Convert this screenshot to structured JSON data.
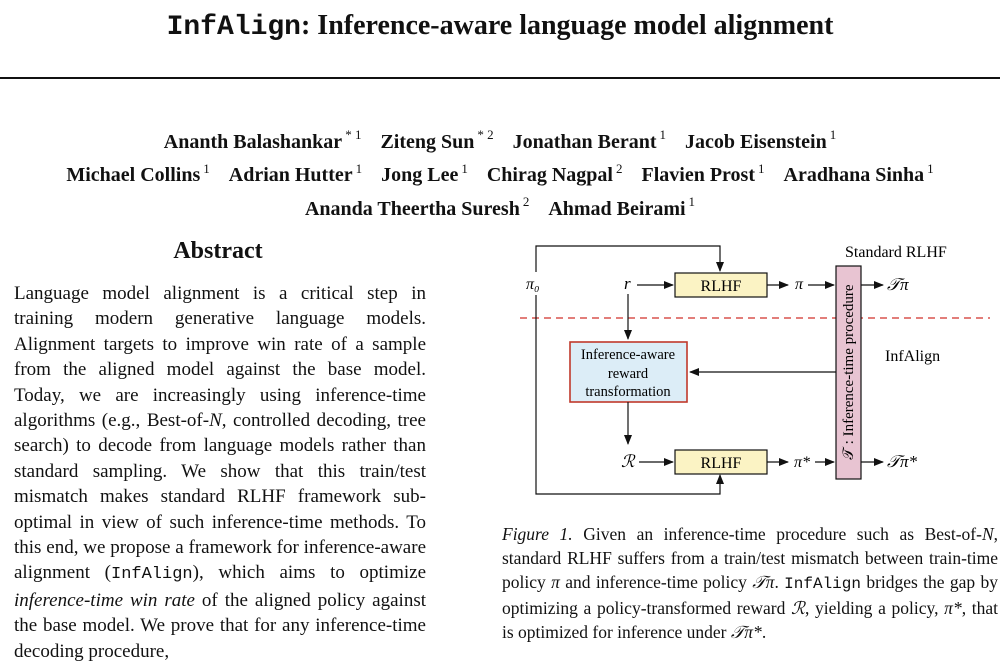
{
  "title": {
    "system_name": "InfAlign",
    "rest": ": Inference-aware language model alignment"
  },
  "authors": {
    "lines": [
      [
        {
          "name": "Ananth Balashankar",
          "aff": "* 1"
        },
        {
          "name": "Ziteng Sun",
          "aff": "* 2"
        },
        {
          "name": "Jonathan Berant",
          "aff": "1"
        },
        {
          "name": "Jacob Eisenstein",
          "aff": "1"
        }
      ],
      [
        {
          "name": "Michael Collins",
          "aff": "1"
        },
        {
          "name": "Adrian Hutter",
          "aff": "1"
        },
        {
          "name": "Jong Lee",
          "aff": "1"
        },
        {
          "name": "Chirag Nagpal",
          "aff": "2"
        },
        {
          "name": "Flavien Prost",
          "aff": "1"
        },
        {
          "name": "Aradhana Sinha",
          "aff": "1"
        }
      ],
      [
        {
          "name": "Ananda Theertha Suresh",
          "aff": "2"
        },
        {
          "name": "Ahmad Beirami",
          "aff": "1"
        }
      ]
    ]
  },
  "abstract": {
    "heading": "Abstract",
    "p1": "Language model alignment is a critical step in training modern generative language models. Alignment targets to improve win rate of a sample from the aligned model against the base model. Today, we are increasingly using inference-time algorithms (e.g., Best-of-",
    "n_symbol": "N",
    "p2": ", controlled decoding, tree search) to decode from language models rather than standard sampling. We show that this train/test mismatch makes standard RLHF framework sub-optimal in view of such inference-time methods. To this end, we propose a framework for inference-aware alignment (",
    "p2_mono": "InfAlign",
    "p3": "), which aims to optimize ",
    "p3_italic": "inference-time win rate",
    "p4": " of the aligned policy against the base model. We prove that for any inference-time decoding procedure,"
  },
  "figure": {
    "standard_label": "Standard RLHF",
    "infalign_label": "InfAlign",
    "pi0": "π₀",
    "r": "r",
    "R": "ℛ",
    "rlhf_top": "RLHF",
    "rlhf_bottom": "RLHF",
    "pi": "π",
    "pi_star": "π*",
    "T_pi": "𝒯π",
    "T_pi_star": "𝒯π*",
    "transform_box": [
      "Inference-aware",
      "reward",
      "transformation"
    ],
    "procedure_label": "𝒯 : Inference-time procedure",
    "colors": {
      "rlhf_fill": "#fbf3c4",
      "transform_fill": "#dcedf7",
      "transform_stroke": "#c0392b",
      "procedure_fill": "#e8c4d2",
      "dashed_line": "#d9534f"
    }
  },
  "caption": {
    "label": "Figure 1.",
    "t1": " Given an inference-time procedure such as Best-of-",
    "n_symbol": "N",
    "t2": ", standard RLHF suffers from a train/test mismatch between train-time policy ",
    "pi": "π",
    "t3": " and inference-time policy ",
    "T_pi": "𝒯π",
    "t4": ". ",
    "mono": "InfAlign",
    "t5": " bridges the gap by optimizing a policy-transformed reward ",
    "R": "ℛ",
    "t6": ", yielding a policy, ",
    "pi_star": "π*",
    "t7": ", that is optimized for inference under ",
    "T_pi_star": "𝒯π*",
    "t8": "."
  }
}
